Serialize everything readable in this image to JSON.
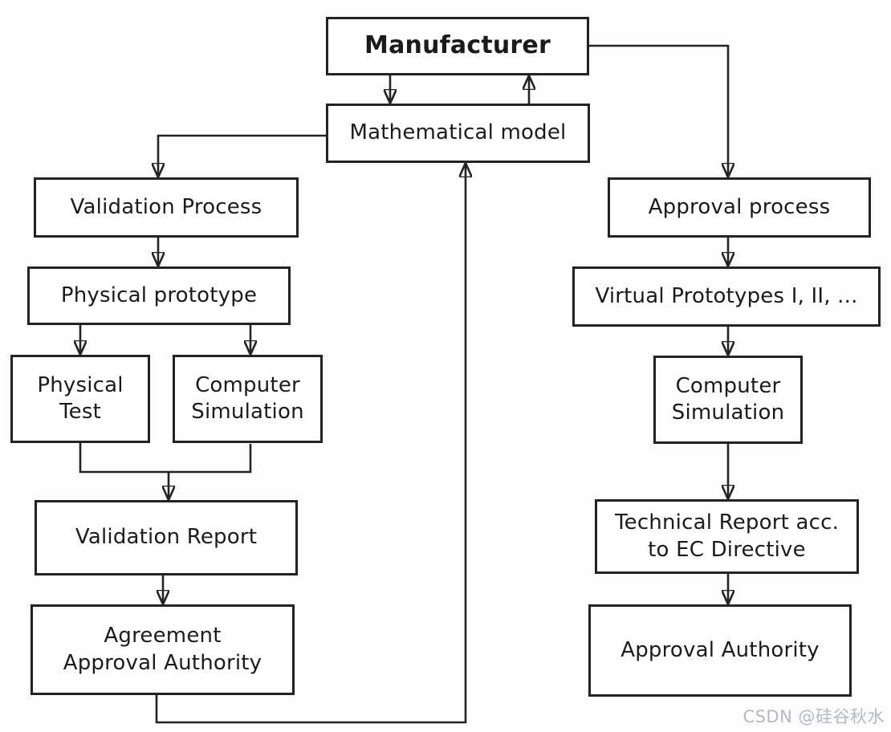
{
  "nodes": {
    "manufacturer": {
      "label": "Manufacturer"
    },
    "mathematical_model": {
      "label": "Mathematical model"
    },
    "validation_process": {
      "label": "Validation Process"
    },
    "physical_prototype": {
      "label": "Physical prototype"
    },
    "physical_test": {
      "line1": "Physical",
      "line2": "Test"
    },
    "computer_simulation_left": {
      "line1": "Computer",
      "line2": "Simulation"
    },
    "validation_report": {
      "label": "Validation Report"
    },
    "agreement_approval_authority": {
      "line1": "Agreement",
      "line2": "Approval Authority"
    },
    "approval_process": {
      "label": "Approval process"
    },
    "virtual_prototypes": {
      "label": "Virtual Prototypes I, II, ..."
    },
    "computer_simulation_right": {
      "line1": "Computer",
      "line2": "Simulation"
    },
    "technical_report": {
      "line1": "Technical Report acc.",
      "line2": "to EC Directive"
    },
    "approval_authority": {
      "label": "Approval Authority"
    }
  },
  "edges": [
    {
      "from": "manufacturer",
      "to": "mathematical_model"
    },
    {
      "from": "mathematical_model",
      "to": "manufacturer"
    },
    {
      "from": "manufacturer",
      "to": "approval_process"
    },
    {
      "from": "mathematical_model",
      "to": "validation_process"
    },
    {
      "from": "validation_process",
      "to": "physical_prototype"
    },
    {
      "from": "physical_prototype",
      "to": "physical_test"
    },
    {
      "from": "physical_prototype",
      "to": "computer_simulation_left"
    },
    {
      "from": "physical_test",
      "to": "validation_report"
    },
    {
      "from": "computer_simulation_left",
      "to": "validation_report"
    },
    {
      "from": "validation_report",
      "to": "agreement_approval_authority"
    },
    {
      "from": "agreement_approval_authority",
      "to": "mathematical_model"
    },
    {
      "from": "approval_process",
      "to": "virtual_prototypes"
    },
    {
      "from": "virtual_prototypes",
      "to": "computer_simulation_right"
    },
    {
      "from": "computer_simulation_right",
      "to": "technical_report"
    },
    {
      "from": "technical_report",
      "to": "approval_authority"
    }
  ],
  "colors": {
    "line": "#242424",
    "box_border": "#232323",
    "watermark": "#b3b9c1"
  },
  "watermark": {
    "text": "CSDN @硅谷秋水"
  }
}
